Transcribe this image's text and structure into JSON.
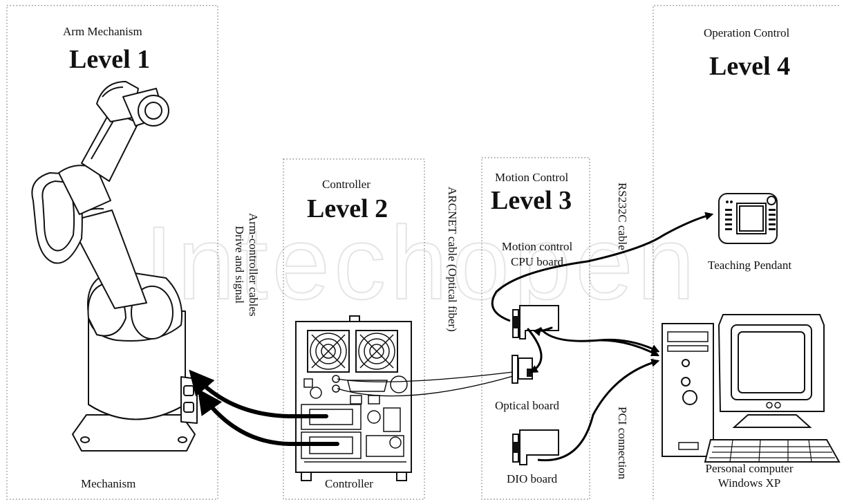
{
  "levels": {
    "level1": {
      "section": "Arm Mechanism",
      "title": "Level 1",
      "caption": "Mechanism"
    },
    "level2": {
      "section": "Controller",
      "title": "Level 2",
      "caption": "Controller"
    },
    "level3": {
      "section": "Motion Control",
      "title": "Level 3"
    },
    "level4": {
      "section": "Operation Control",
      "title": "Level 4"
    }
  },
  "components": {
    "cpu_board": [
      "Motion control",
      "CPU board"
    ],
    "optical_board": "Optical board",
    "dio_board": "DIO board",
    "teaching_pendant": "Teaching Pendant",
    "pc": [
      "Personal computer",
      "Windows XP"
    ]
  },
  "connections": {
    "arm_cables": [
      "Arm-controller cables",
      "Drive and signal"
    ],
    "arcnet": "ARCNET cable (Optical fiber)",
    "rs232c": "RS232C cable",
    "pci": "PCI connection"
  },
  "watermark": "Intechopen"
}
